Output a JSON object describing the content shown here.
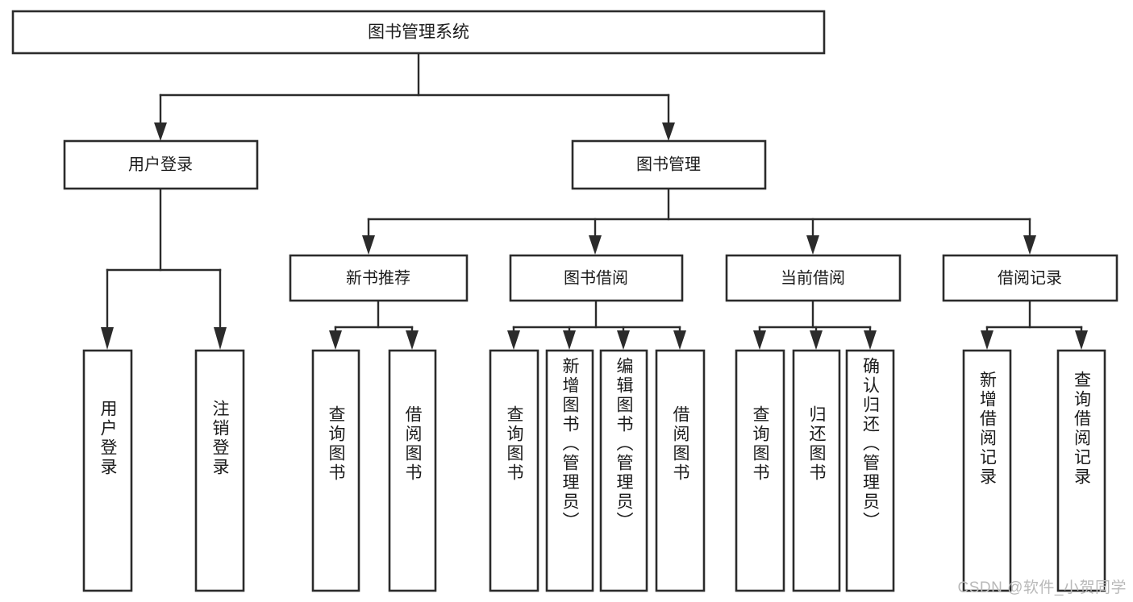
{
  "diagram": {
    "title": "图书管理系统",
    "type": "hierarchy-tree",
    "watermark": "CSDN @软件_小贺同学",
    "colors": {
      "stroke": "#2b2b2b",
      "fill": "#ffffff",
      "text": "#1b1b1b",
      "watermark": "#b9b9b9"
    },
    "levels": {
      "root": "图书管理系统",
      "level2": [
        "用户登录",
        "图书管理"
      ],
      "level3": [
        "新书推荐",
        "图书借阅",
        "当前借阅",
        "借阅记录"
      ]
    },
    "nodes": {
      "root": {
        "label": "图书管理系统",
        "orientation": "horizontal"
      },
      "user_login": {
        "label": "用户登录",
        "orientation": "horizontal"
      },
      "book_manage": {
        "label": "图书管理",
        "orientation": "horizontal"
      },
      "new_book_rec": {
        "label": "新书推荐",
        "orientation": "horizontal"
      },
      "book_borrow": {
        "label": "图书借阅",
        "orientation": "horizontal"
      },
      "current_borrow": {
        "label": "当前借阅",
        "orientation": "horizontal"
      },
      "borrow_record": {
        "label": "借阅记录",
        "orientation": "horizontal"
      },
      "leaf_1": {
        "label": "用户登录",
        "orientation": "vertical"
      },
      "leaf_2": {
        "label": "注销登录",
        "orientation": "vertical"
      },
      "leaf_3": {
        "label": "查询图书",
        "orientation": "vertical"
      },
      "leaf_4": {
        "label": "借阅图书",
        "orientation": "vertical"
      },
      "leaf_5": {
        "label": "查询图书",
        "orientation": "vertical"
      },
      "leaf_6": {
        "label": "新增图书（管理员）",
        "orientation": "vertical"
      },
      "leaf_7": {
        "label": "编辑图书（管理员）",
        "orientation": "vertical"
      },
      "leaf_8": {
        "label": "借阅图书",
        "orientation": "vertical"
      },
      "leaf_9": {
        "label": "查询图书",
        "orientation": "vertical"
      },
      "leaf_10": {
        "label": "归还图书",
        "orientation": "vertical"
      },
      "leaf_11": {
        "label": "确认归还（管理员）",
        "orientation": "vertical"
      },
      "leaf_12": {
        "label": "新增借阅记录",
        "orientation": "vertical"
      },
      "leaf_13": {
        "label": "查询借阅记录",
        "orientation": "vertical"
      }
    },
    "edges": [
      {
        "from": "root",
        "to": "user_login"
      },
      {
        "from": "root",
        "to": "book_manage"
      },
      {
        "from": "user_login",
        "to": "leaf_1"
      },
      {
        "from": "user_login",
        "to": "leaf_2"
      },
      {
        "from": "book_manage",
        "to": "new_book_rec"
      },
      {
        "from": "book_manage",
        "to": "book_borrow"
      },
      {
        "from": "book_manage",
        "to": "current_borrow"
      },
      {
        "from": "book_manage",
        "to": "borrow_record"
      },
      {
        "from": "new_book_rec",
        "to": "leaf_3"
      },
      {
        "from": "new_book_rec",
        "to": "leaf_4"
      },
      {
        "from": "book_borrow",
        "to": "leaf_5"
      },
      {
        "from": "book_borrow",
        "to": "leaf_6"
      },
      {
        "from": "book_borrow",
        "to": "leaf_7"
      },
      {
        "from": "book_borrow",
        "to": "leaf_8"
      },
      {
        "from": "current_borrow",
        "to": "leaf_9"
      },
      {
        "from": "current_borrow",
        "to": "leaf_10"
      },
      {
        "from": "current_borrow",
        "to": "leaf_11"
      },
      {
        "from": "borrow_record",
        "to": "leaf_12"
      },
      {
        "from": "borrow_record",
        "to": "leaf_13"
      }
    ]
  }
}
